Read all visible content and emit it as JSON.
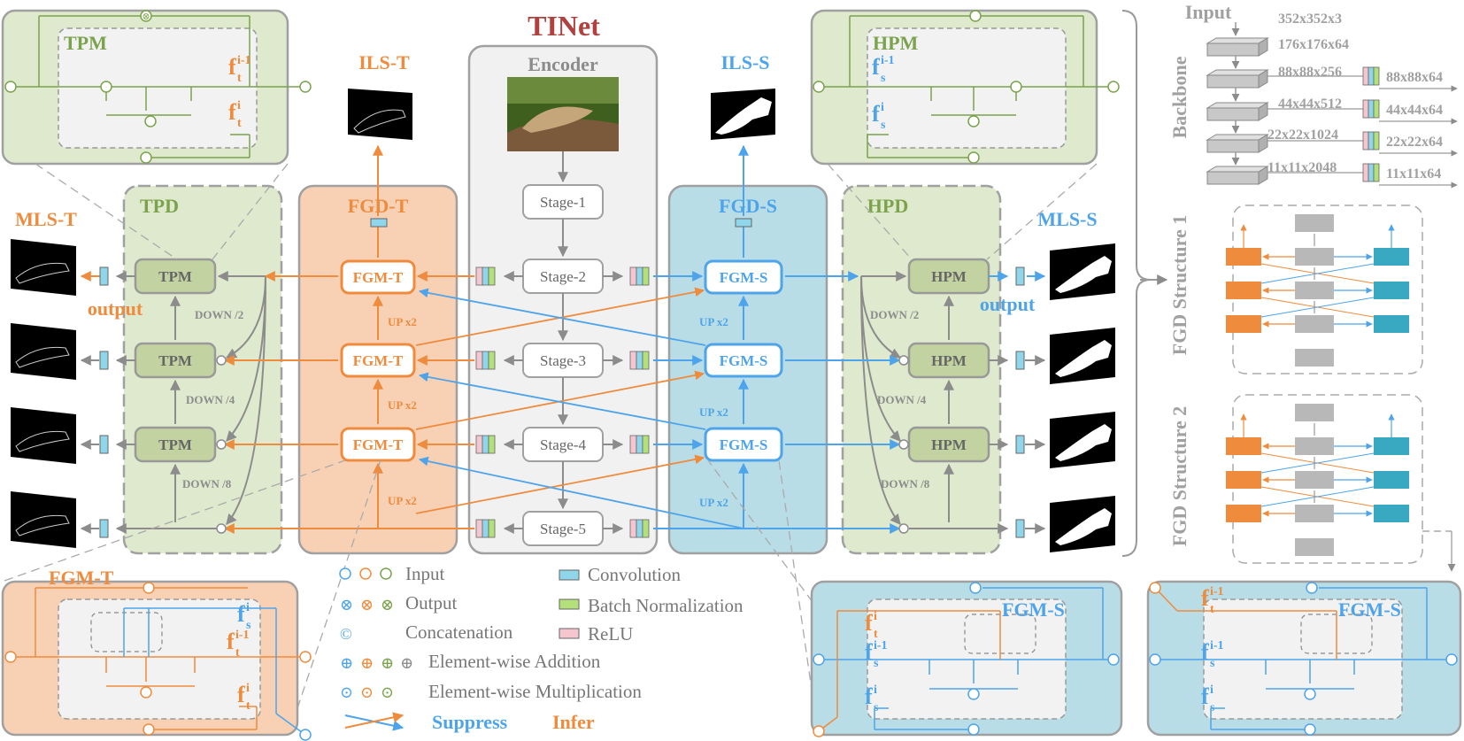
{
  "title": "TINet",
  "encoder": {
    "title": "Encoder",
    "stages": [
      "Stage-1",
      "Stage-2",
      "Stage-3",
      "Stage-4",
      "Stage-5"
    ]
  },
  "left": {
    "ils": "ILS-T",
    "mls": "MLS-T",
    "output": "output",
    "tpd": "TPD",
    "fgd": "FGD-T",
    "tpm": "TPM",
    "fgm": "FGM-T",
    "down": [
      "DOWN /2",
      "DOWN /4",
      "DOWN /8"
    ],
    "up": "UP x2",
    "tpm_panel": {
      "title": "TPM",
      "f_top": "f",
      "f_top_sub": "t",
      "f_top_sup": "i-1",
      "f_bot": "f",
      "f_bot_sub": "t",
      "f_bot_sup": "i"
    },
    "fgm_panel": {
      "title": "FGM-T",
      "fs": "f",
      "fs_sub": "s",
      "fs_sup": "i",
      "ft1": "f",
      "ft1_sub": "t",
      "ft1_sup": "i-1",
      "ft2": "f",
      "ft2_sub": "t",
      "ft2_sup": "i"
    }
  },
  "right": {
    "ils": "ILS-S",
    "mls": "MLS-S",
    "output": "output",
    "hpd": "HPD",
    "fgd": "FGD-S",
    "hpm": "HPM",
    "fgm": "FGM-S",
    "down": [
      "DOWN /2",
      "DOWN /4",
      "DOWN /8"
    ],
    "up": "UP x2",
    "hpm_panel": {
      "title": "HPM",
      "f_top": "f",
      "f_top_sub": "s",
      "f_top_sup": "i-1",
      "f_bot": "f",
      "f_bot_sub": "s",
      "f_bot_sup": "i"
    },
    "fgm_panel_a": {
      "title": "FGM-S",
      "ft": "f",
      "ft_sub": "t",
      "ft_sup": "i",
      "fs1": "f",
      "fs1_sub": "s",
      "fs1_sup": "i-1",
      "fs2": "f",
      "fs2_sub": "s",
      "fs2_sup": "i"
    },
    "fgm_panel_b": {
      "title": "FGM-S",
      "ft": "f",
      "ft_sub": "t",
      "ft_sup": "i-1",
      "fs1": "f",
      "fs1_sub": "s",
      "fs1_sup": "i-1",
      "fs2": "f",
      "fs2_sub": "s",
      "fs2_sup": "i"
    }
  },
  "backbone": {
    "side_label": "Backbone",
    "input": "Input",
    "left_dims": [
      "352x352x3",
      "176x176x64",
      "88x88x256",
      "44x44x512",
      "22x22x1024",
      "11x11x2048"
    ],
    "right_dims": [
      "88x88x64",
      "44x44x64",
      "22x22x64",
      "11x11x64"
    ],
    "structure1": "FGD Structure 1",
    "structure2": "FGD Structure 2"
  },
  "legend": {
    "input": "Input",
    "output": "Output",
    "concat": "Concatenation",
    "add": "Element-wise Addition",
    "mul": "Element-wise Multiplication",
    "conv": "Convolution",
    "bn": "Batch Normalization",
    "relu": "ReLU",
    "suppress": "Suppress",
    "infer": "Infer"
  },
  "colors": {
    "orange": "#ef8b3d",
    "blue": "#4ea4ea",
    "green_bg": "#dfe9cd",
    "green_dark": "#c2d2a0",
    "orange_bg": "#f8d1b5",
    "blue_bg": "#b9dde6",
    "gray_text": "#8c8c8c",
    "conv": "#8fd6ea",
    "bn": "#b2e07a",
    "relu": "#f6c6d0",
    "teal": "#39a9c2"
  }
}
